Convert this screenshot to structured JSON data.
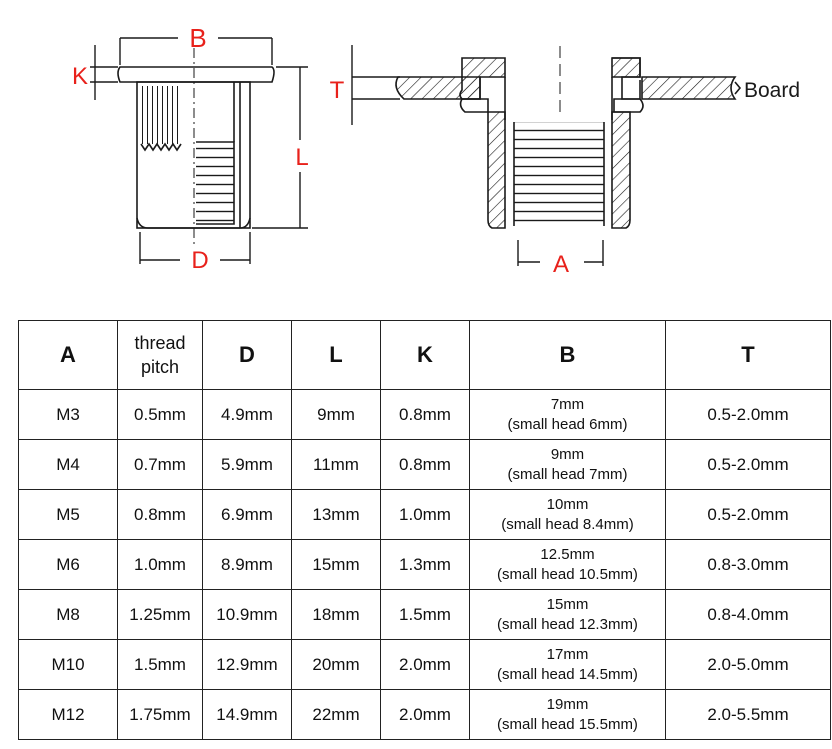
{
  "diagram": {
    "labels": {
      "b": "B",
      "k": "K",
      "l": "L",
      "d": "D",
      "t": "T",
      "a": "A",
      "board": "Board"
    },
    "accent_color": "#e8211b",
    "line_color": "#1a1a1a"
  },
  "table": {
    "headers": {
      "a": "A",
      "pitch_line1": "thread",
      "pitch_line2": "pitch",
      "d": "D",
      "l": "L",
      "k": "K",
      "b": "B",
      "t": "T"
    },
    "rows": [
      {
        "a": "M3",
        "pitch": "0.5mm",
        "d": "4.9mm",
        "l": "9mm",
        "k": "0.8mm",
        "b": "7mm",
        "b_note": "(small head 6mm)",
        "t": "0.5-2.0mm"
      },
      {
        "a": "M4",
        "pitch": "0.7mm",
        "d": "5.9mm",
        "l": "11mm",
        "k": "0.8mm",
        "b": "9mm",
        "b_note": "(small head 7mm)",
        "t": "0.5-2.0mm"
      },
      {
        "a": "M5",
        "pitch": "0.8mm",
        "d": "6.9mm",
        "l": "13mm",
        "k": "1.0mm",
        "b": "10mm",
        "b_note": "(small head 8.4mm)",
        "t": "0.5-2.0mm"
      },
      {
        "a": "M6",
        "pitch": "1.0mm",
        "d": "8.9mm",
        "l": "15mm",
        "k": "1.3mm",
        "b": "12.5mm",
        "b_note": "(small head 10.5mm)",
        "t": "0.8-3.0mm"
      },
      {
        "a": "M8",
        "pitch": "1.25mm",
        "d": "10.9mm",
        "l": "18mm",
        "k": "1.5mm",
        "b": "15mm",
        "b_note": "(small head 12.3mm)",
        "t": "0.8-4.0mm"
      },
      {
        "a": "M10",
        "pitch": "1.5mm",
        "d": "12.9mm",
        "l": "20mm",
        "k": "2.0mm",
        "b": "17mm",
        "b_note": "(small head 14.5mm)",
        "t": "2.0-5.0mm"
      },
      {
        "a": "M12",
        "pitch": "1.75mm",
        "d": "14.9mm",
        "l": "22mm",
        "k": "2.0mm",
        "b": "19mm",
        "b_note": "(small head 15.5mm)",
        "t": "2.0-5.5mm"
      }
    ]
  }
}
